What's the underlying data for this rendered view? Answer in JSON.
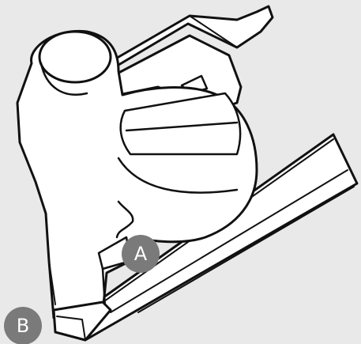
{
  "callouts": [
    {
      "label": "A",
      "target": "guide-slot"
    },
    {
      "label": "B",
      "target": "magazine-nose"
    }
  ],
  "colors": {
    "background": "#e9e9e9",
    "tool_fill": "#ffffff",
    "outline": "#111111",
    "callout_fill": "#7a7a7a",
    "callout_text": "#ffffff"
  }
}
